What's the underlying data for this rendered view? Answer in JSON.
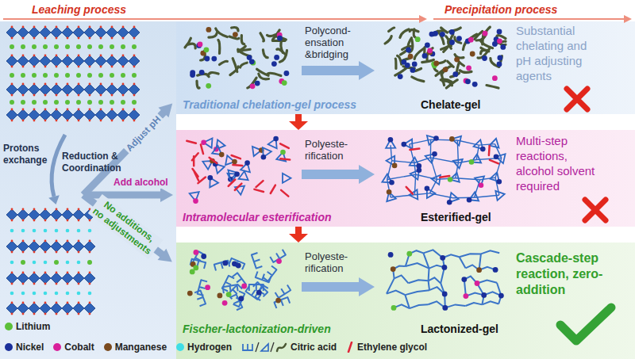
{
  "diagram": {
    "nodes": [
      {
        "text": [
          "Traditional chelation-gel process",
          "Polycond- ensation &bridging",
          "Chelate-gel",
          "Substantial chelating and pH adjusting agents"
        ]
      },
      {
        "text": [
          "Intramolecular esterification",
          "Polyeste- rification",
          "Esterified-gel",
          "Multi-step reactions, alcohol solvent required"
        ]
      },
      {
        "text": [
          "Fischer-lactonization-driven",
          "Polyeste- rification",
          "Lactonized-gel",
          "Cascade-step reaction, zero- addition"
        ]
      }
    ],
    "edges": [
      {
        "from": 0,
        "to": 1,
        "arrow": "to"
      },
      {
        "from": 1,
        "to": 2,
        "arrow": "to"
      }
    ],
    "labels": [
      "Leaching process",
      "Precipitation process",
      "Protons exchange",
      "Reduction & Coordination",
      "Adjust pH",
      "Add alcohol",
      "No additions, no adjustments"
    ],
    "legend": [
      {
        "text": "Lithium",
        "color": "#5cbf3a"
      },
      {
        "text": "Nickel",
        "color": "#1a2f9a"
      },
      {
        "text": "Cobalt",
        "color": "#d8209a"
      },
      {
        "text": "Manganese",
        "color": "#7a4a1e"
      },
      {
        "text": "Hydrogen",
        "color": "#3fdde6"
      },
      {
        "text": "Citric acid"
      },
      {
        "text": "Ethylene glycol"
      }
    ]
  }
}
